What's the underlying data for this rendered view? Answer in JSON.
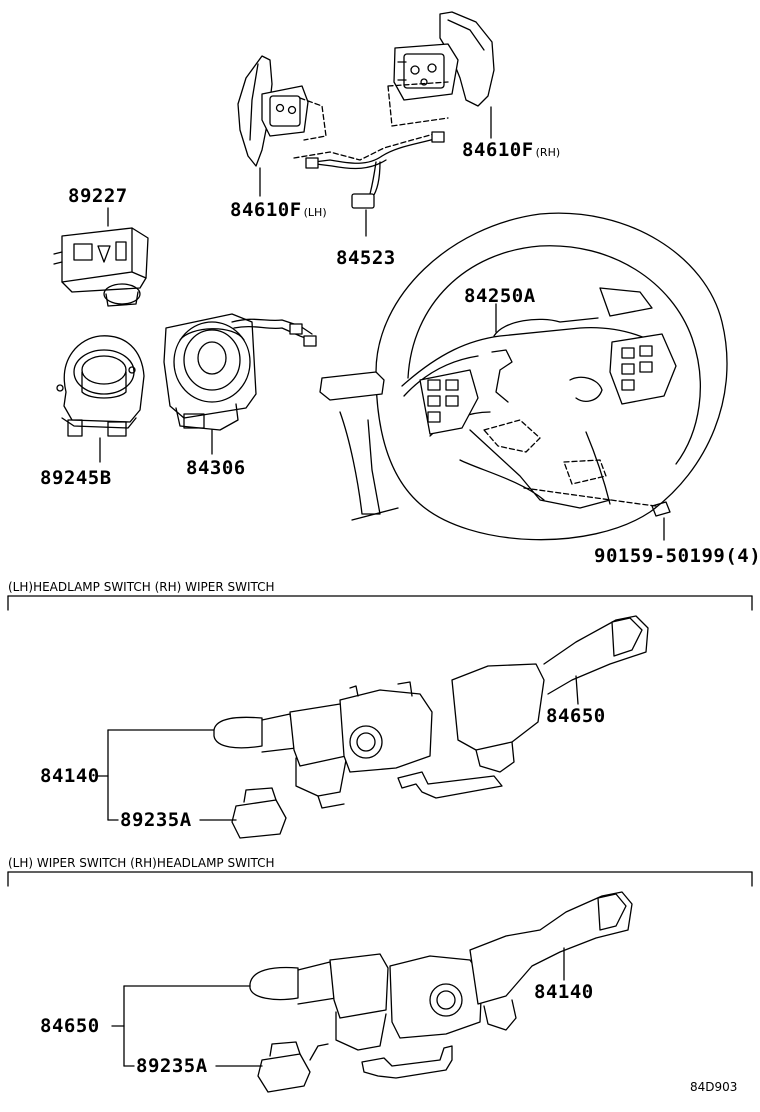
{
  "parts": {
    "p84610f_rh": {
      "number": "84610F",
      "side": "(RH)"
    },
    "p84610f_lh": {
      "number": "84610F",
      "side": "(LH)"
    },
    "p89227": {
      "number": "89227"
    },
    "p84523": {
      "number": "84523"
    },
    "p84250a": {
      "number": "84250A"
    },
    "p89245b": {
      "number": "89245B"
    },
    "p84306": {
      "number": "84306"
    },
    "p90159": {
      "number": "90159-50199",
      "qty": "(4)"
    }
  },
  "section1": {
    "caption": "(LH)HEADLAMP SWITCH  (RH) WIPER SWITCH",
    "p84140": "84140",
    "p84650": "84650",
    "p89235a": "89235A"
  },
  "section2": {
    "caption": "(LH) WIPER SWITCH  (RH)HEADLAMP SWITCH",
    "p84140": "84140",
    "p84650": "84650",
    "p89235a": "89235A"
  },
  "diagram_ref": "84D903"
}
